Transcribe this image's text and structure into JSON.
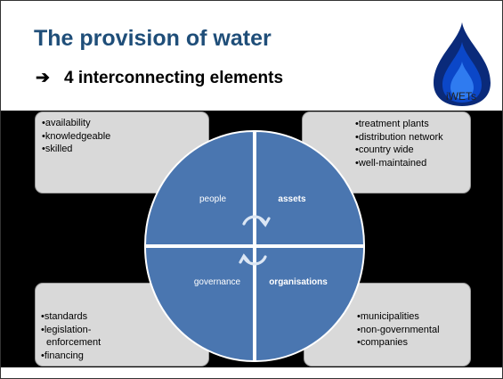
{
  "slide": {
    "title": "The provision of water",
    "arrow_glyph": "➔",
    "subtitle": "4 interconnecting elements"
  },
  "logo": {
    "text": "iWETs",
    "colors": [
      "#0a2a7a",
      "#0b47c8",
      "#2f7bf0"
    ]
  },
  "diagram": {
    "colors": {
      "quadrant_fill": "#4a76b0",
      "quadrant_edge": "#ffffff",
      "box_fill": "#d9d9d9",
      "background": "#000000",
      "cycle_arrows": "#dbe6f4"
    },
    "quadrants": [
      {
        "id": "people",
        "label": "people",
        "bold": false
      },
      {
        "id": "assets",
        "label": "assets",
        "bold": true
      },
      {
        "id": "governance",
        "label": "governance",
        "bold": false
      },
      {
        "id": "organisations",
        "label": "organisations",
        "bold": true
      }
    ],
    "boxes": {
      "people": [
        "availability",
        "knowledgeable",
        "skilled"
      ],
      "assets": [
        "treatment plants",
        "distribution network",
        "country wide",
        "well-maintained"
      ],
      "governance": [
        "standards",
        "legislation-enforcement",
        "financing"
      ],
      "organisations": [
        "municipalities",
        "non-governmental",
        "companies"
      ]
    }
  }
}
